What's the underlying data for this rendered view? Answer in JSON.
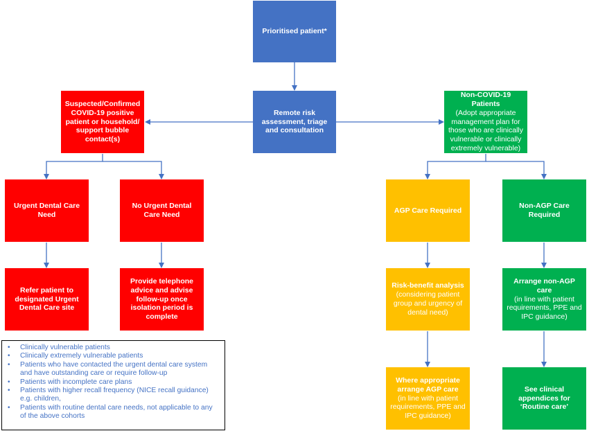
{
  "nodes": {
    "prioritised": {
      "title": "Prioritised patient*"
    },
    "remote": {
      "title": "Remote risk assessment, triage and consultation"
    },
    "covid": {
      "title": "Suspected/Confirmed COVID-19 positive patient or household/ support bubble contact(s)"
    },
    "noncovid": {
      "title": "Non-COVID-19 Patients",
      "detail": "(Adopt appropriate management plan for those who are clinically vulnerable or clinically extremely vulnerable)"
    },
    "urgent": {
      "title": "Urgent Dental Care Need"
    },
    "nourgent": {
      "title": "No Urgent Dental Care Need"
    },
    "refer": {
      "title": "Refer patient to designated Urgent Dental Care site"
    },
    "telephone": {
      "title": "Provide telephone advice and advise follow-up once isolation period is complete"
    },
    "agp": {
      "title": "AGP Care Required"
    },
    "nonagp": {
      "title": "Non-AGP Care Required"
    },
    "riskbenefit": {
      "title": "Risk-benefit analysis",
      "detail": "(considering patient group and urgency of dental need)"
    },
    "arrangenonagp": {
      "title": "Arrange non-AGP care",
      "detail": "(in line with patient requirements, PPE and IPC guidance)"
    },
    "arrangeagp": {
      "title": "Where appropriate arrange AGP care",
      "detail": "(in line with patient requirements, PPE and IPC guidance)"
    },
    "appendices": {
      "title": "See clinical appendices for ‘Routine care’"
    }
  },
  "legend": {
    "items": [
      "Clinically vulnerable patients",
      "Clinically extremely vulnerable patients",
      "Patients who have contacted the urgent dental care system and have outstanding care or require follow-up",
      "Patients with incomplete care plans",
      "Patients with higher recall frequency (NICE recall guidance) e.g. children,",
      "Patients with routine dental care needs, not applicable to any of the above cohorts"
    ]
  },
  "colors": {
    "blue": "#4472c4",
    "red": "#ff0000",
    "green": "#00b050",
    "amber": "#ffc000",
    "connector": "#4472c4"
  }
}
